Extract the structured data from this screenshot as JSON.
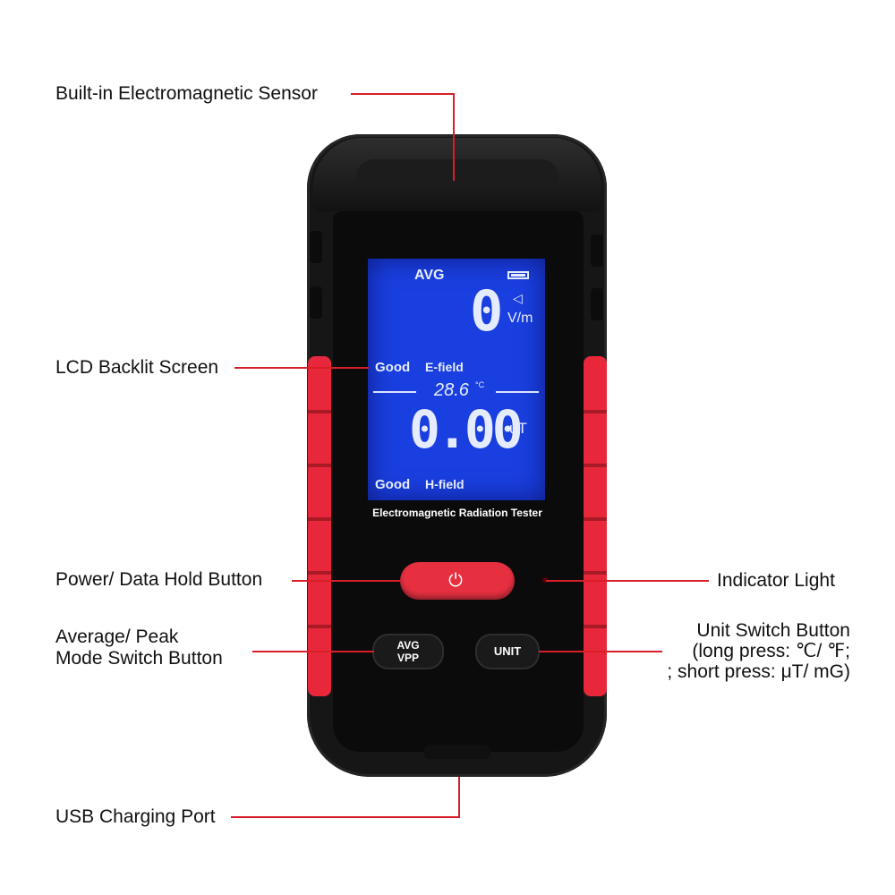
{
  "callouts": {
    "sensor": "Built-in Electromagnetic Sensor",
    "lcd": "LCD Backlit Screen",
    "power": "Power/ Data Hold Button",
    "avg_line1": "Average/ Peak",
    "avg_line2": "Mode Switch Button",
    "usb": "USB Charging Port",
    "indicator": "Indicator Light",
    "unit_line1": "Unit Switch Button",
    "unit_line2": "(long press: ℃/ ℉;",
    "unit_line3": "; short press: μT/ mG)"
  },
  "lcd": {
    "mode": "AVG",
    "efield_value": "0",
    "efield_unit": "V/m",
    "efield_status": "Good",
    "efield_label": "E-field",
    "temperature": "28.6",
    "temperature_unit": "°C",
    "hfield_value": "0.00",
    "hfield_unit": "uT",
    "hfield_status": "Good",
    "hfield_label": "H-field"
  },
  "device": {
    "product_label": "Electromagnetic Radiation Tester",
    "avg_button_line1": "AVG",
    "avg_button_line2": "VPP",
    "unit_button": "UNIT"
  },
  "colors": {
    "accent": "#d81e28",
    "lcd": "#1a3fe0",
    "grip": "#e8283a"
  }
}
